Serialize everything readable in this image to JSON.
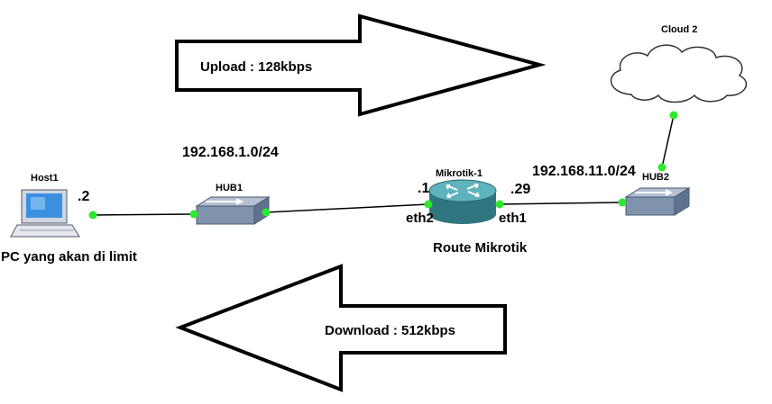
{
  "arrows": {
    "upload": {
      "label": "Upload : 128kbps"
    },
    "download": {
      "label": "Download : 512kbps"
    }
  },
  "cloud": {
    "label": "Cloud 2"
  },
  "host": {
    "name": "Host1",
    "caption": "PC yang akan di limit",
    "ip_suffix": ".2"
  },
  "hub1": {
    "name": "HUB1"
  },
  "hub2": {
    "name": "HUB2"
  },
  "router": {
    "name": "Mikrotik-1",
    "caption": "Route Mikrotik",
    "left_ip_suffix": ".1",
    "right_ip_suffix": ".29",
    "left_port": "eth2",
    "right_port": "eth1"
  },
  "networks": {
    "lan": "192.168.1.0/24",
    "wan": "192.168.11.0/24"
  },
  "colors": {
    "link_dot": "#2ee82e",
    "hub": "#7f93ac",
    "router": "#3b8c96",
    "cloud_fill": "#ffffff"
  }
}
